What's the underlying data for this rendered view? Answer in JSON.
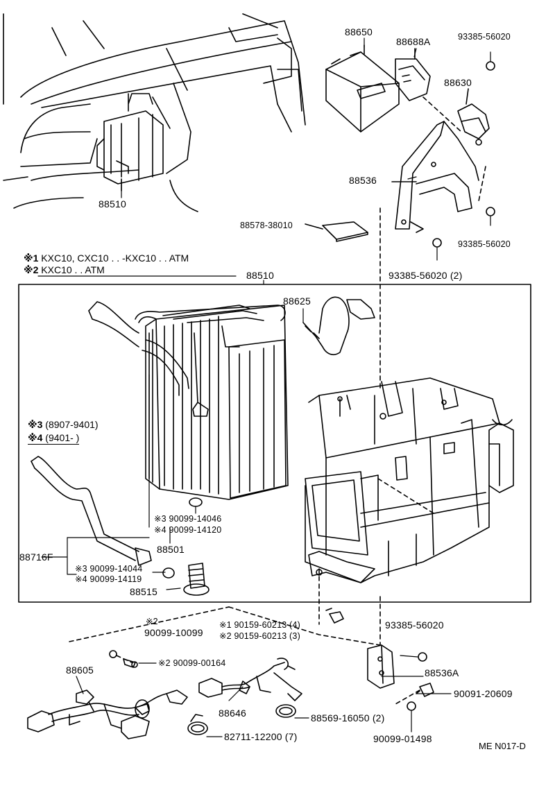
{
  "notes": {
    "n1": {
      "mark": "※1",
      "text": "KXC10, CXC10 . . -KXC10 . . ATM"
    },
    "n2": {
      "mark": "※2",
      "text": "KXC10 . . ATM"
    },
    "n3": {
      "mark": "※3",
      "text": "(8907-9401)"
    },
    "n4": {
      "mark": "※4",
      "text": "(9401-        )"
    }
  },
  "parts": {
    "p88650": "88650",
    "p88688a": "88688A",
    "p93385_top": "93385-56020",
    "p88630": "88630",
    "p88536": "88536",
    "p93385_mid": "93385-56020",
    "p88578": "88578-38010",
    "p93385_2": "93385-56020 (2)",
    "p88510_top": "88510",
    "p88510_box": "88510",
    "p88625": "88625",
    "p14046": "※3 90099-14046",
    "p14120": "※4 90099-14120",
    "p88501": "88501",
    "p88716f": "88716F",
    "p14044": "※3 90099-14044",
    "p14119": "※4 90099-14119",
    "p88515": "88515",
    "p_s2": "※2",
    "p10099": "90099-10099",
    "p60213_4": "※1  90159-60213 (4)",
    "p60213_3": "※2  90159-60213 (3)",
    "p00164": "※2 90099-00164",
    "p93385_low": "93385-56020",
    "p88605": "88605",
    "p88536a": "88536A",
    "p20609": "90091-20609",
    "p88646": "88646",
    "p88569": "88569-16050 (2)",
    "p82711": "82711-12200 (7)",
    "p01498": "90099-01498"
  },
  "footer_code": "ME N017-D",
  "colors": {
    "ink": "#000000",
    "paper": "#ffffff"
  }
}
